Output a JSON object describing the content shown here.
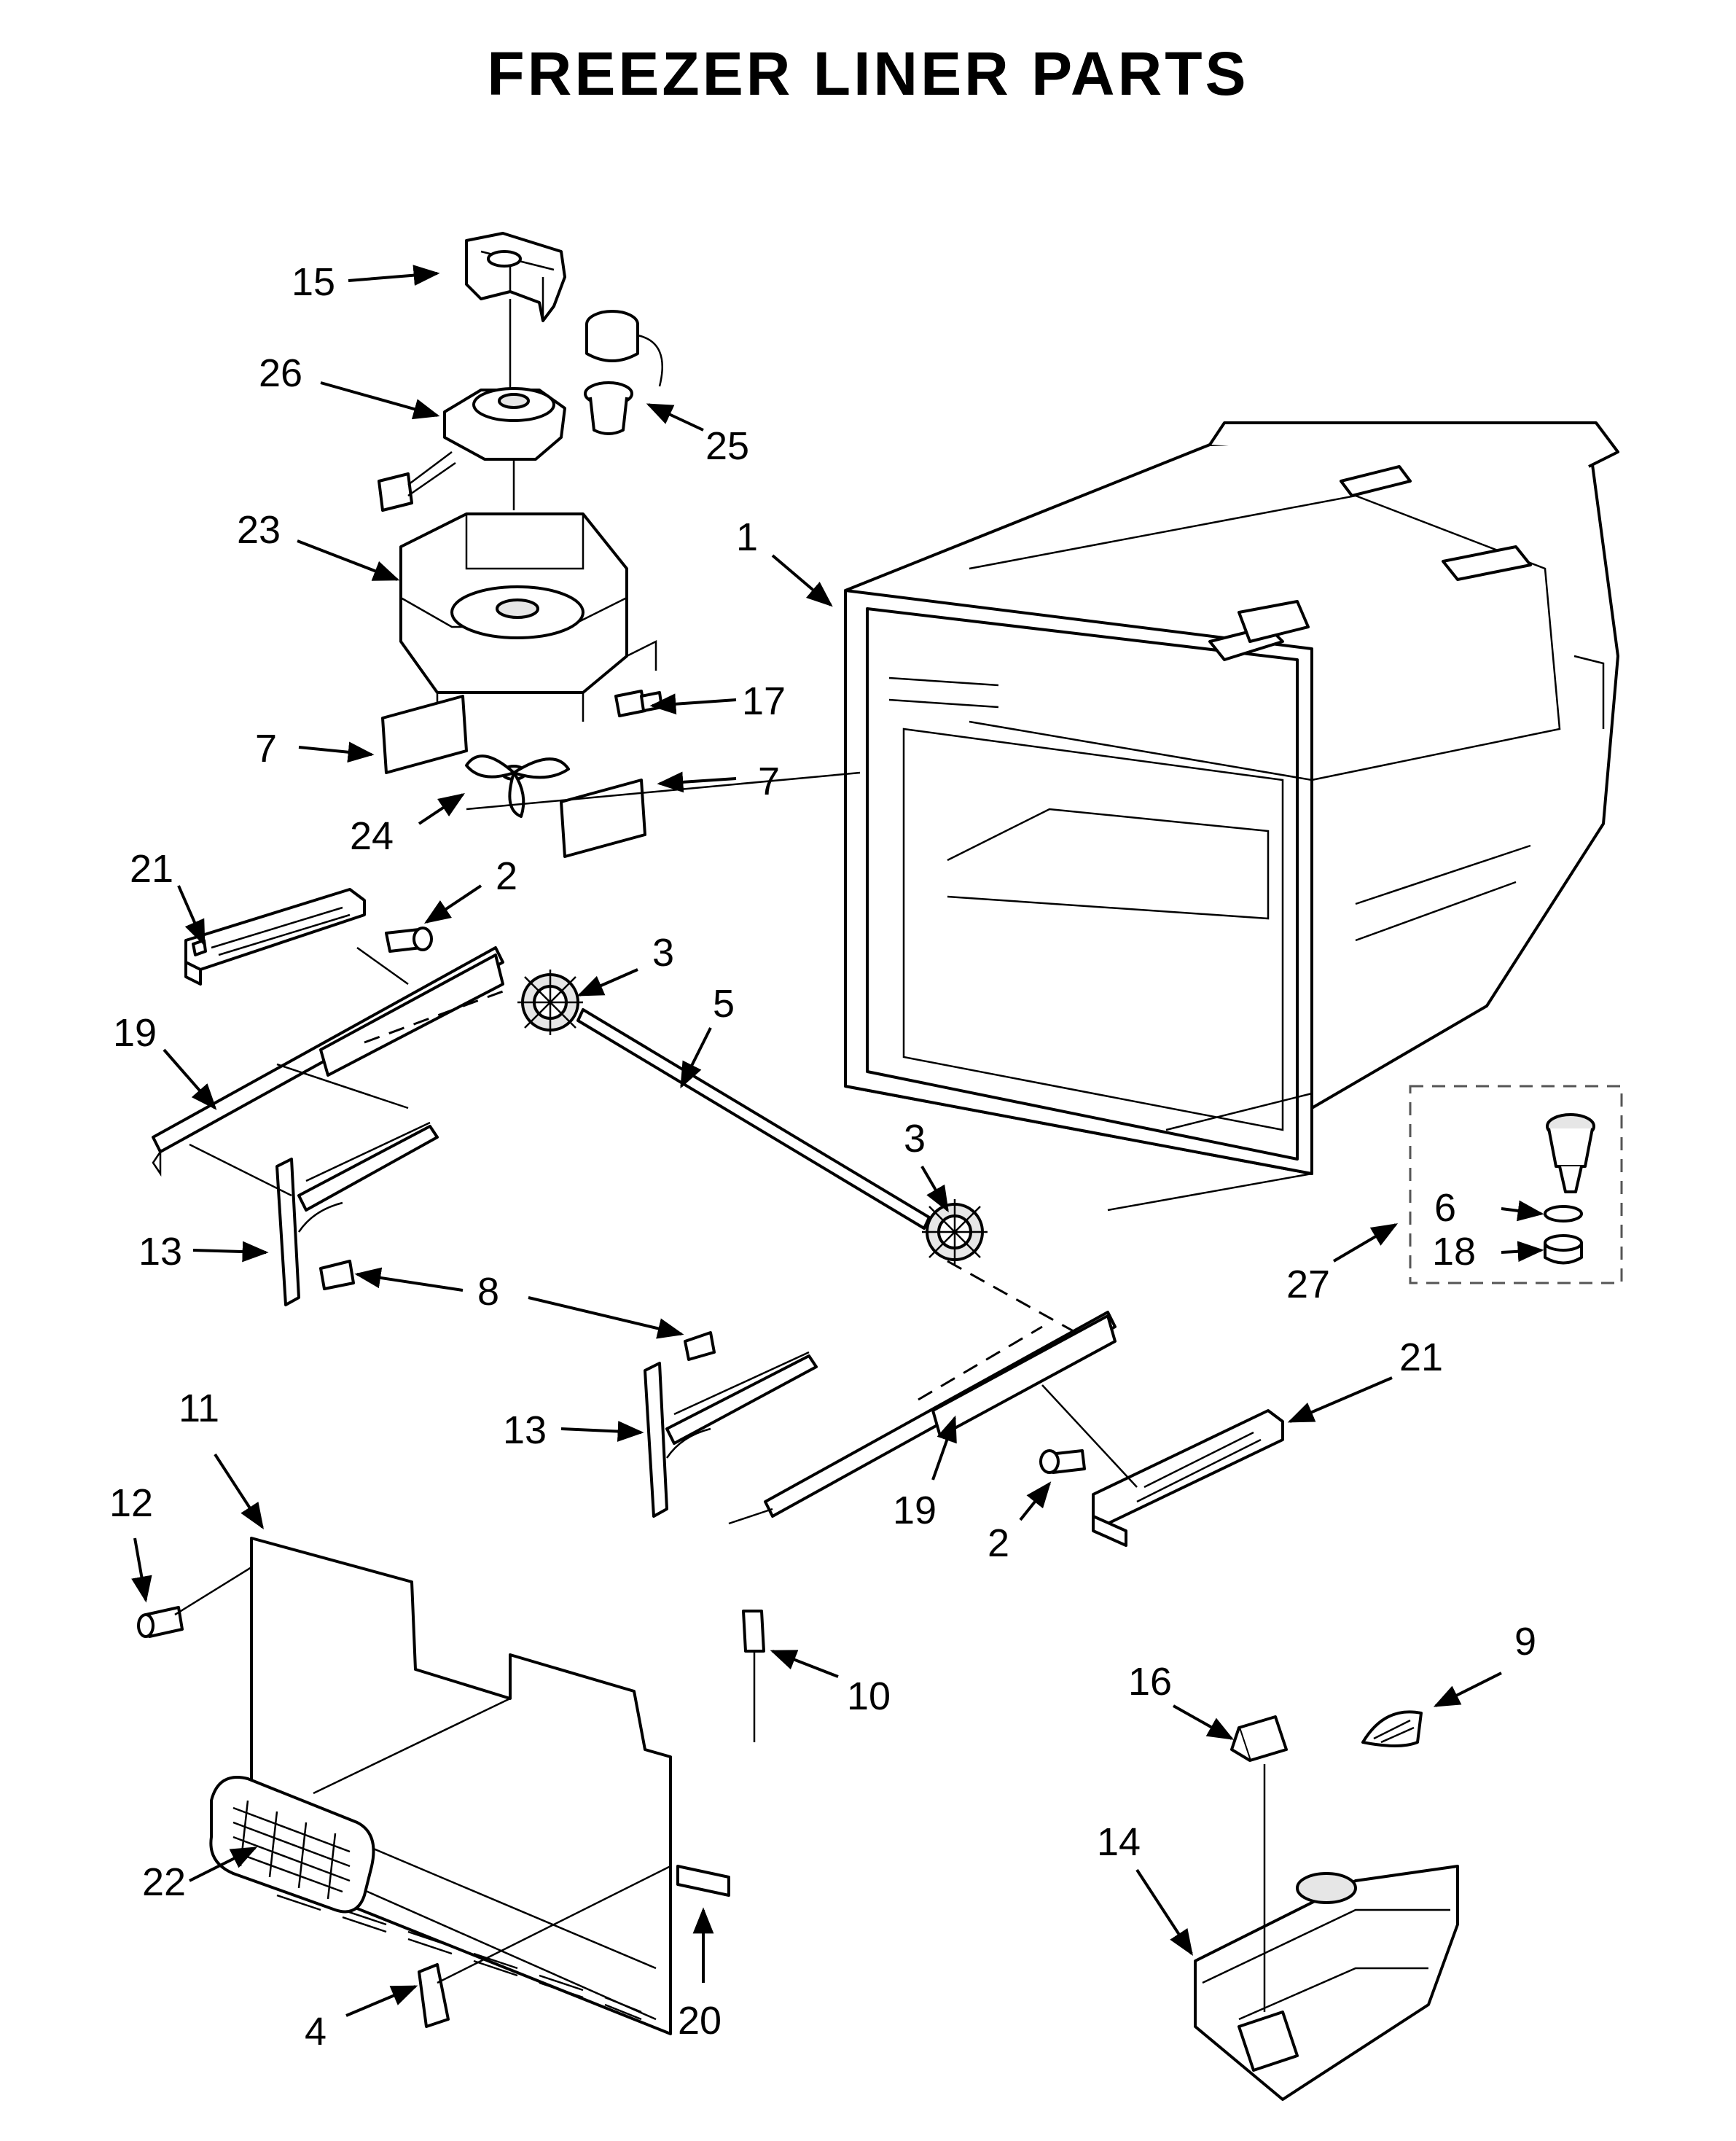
{
  "title": "FREEZER LINER PARTS",
  "callouts": {
    "n1": "1",
    "n2a": "2",
    "n2b": "2",
    "n3a": "3",
    "n3b": "3",
    "n4": "4",
    "n5": "5",
    "n6": "6",
    "n7a": "7",
    "n7b": "7",
    "n8": "8",
    "n9": "9",
    "n10": "10",
    "n11": "11",
    "n12": "12",
    "n13a": "13",
    "n13b": "13",
    "n14": "14",
    "n15": "15",
    "n16": "16",
    "n17": "17",
    "n18": "18",
    "n19a": "19",
    "n19b": "19",
    "n20": "20",
    "n21a": "21",
    "n21b": "21",
    "n22": "22",
    "n23": "23",
    "n24": "24",
    "n25": "25",
    "n26": "26",
    "n27": "27"
  }
}
